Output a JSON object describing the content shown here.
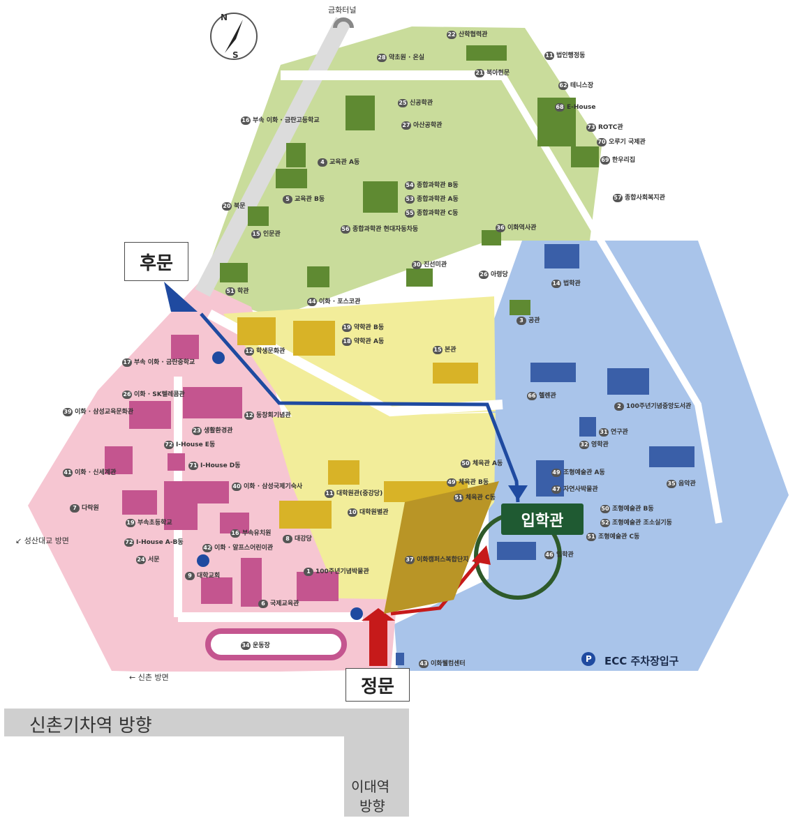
{
  "colors": {
    "green_zone": "#c9dc9b",
    "blue_zone": "#a9c4ea",
    "pink_zone": "#f6c6d2",
    "yellow_zone": "#f2ed9a",
    "road": "#ffffff",
    "route_blue": "#1f4aa0",
    "route_red": "#c61a1a",
    "circle_green": "#2e5a2a",
    "callout_green": "#1f5a32",
    "chevron": "#d9a500"
  },
  "compass": {
    "n": "N",
    "s": "S"
  },
  "top_tunnel": "금화터널",
  "callouts": {
    "back_gate": "후문",
    "admissions": "입학관",
    "main_gate": "정문"
  },
  "directions": {
    "sinchon_station": "신촌기차역 방향",
    "ewha_station_line1": "이대역",
    "ewha_station_line2": "방향",
    "sinchon_road": "← 신촌 방면",
    "seongsan_road": "↙ 성산대교 방면"
  },
  "parking": {
    "ecc": "ECC 주차장입구",
    "p": "P"
  },
  "labels": [
    {
      "id": "l1",
      "text": "산학협력관",
      "num": "22"
    },
    {
      "id": "l2",
      "text": "북아현문",
      "num": "21"
    },
    {
      "id": "l3",
      "text": "법인행정동",
      "num": "11"
    },
    {
      "id": "l4",
      "text": "테니스장",
      "num": "62"
    },
    {
      "id": "l5",
      "text": "E-House",
      "num": "68"
    },
    {
      "id": "l6",
      "text": "ROTC관",
      "num": "73"
    },
    {
      "id": "l7",
      "text": "오루기 국제관",
      "num": "70"
    },
    {
      "id": "l8",
      "text": "한우리집",
      "num": "69"
    },
    {
      "id": "l9",
      "text": "종합사회복지관",
      "num": "57"
    },
    {
      "id": "l10",
      "text": "약초원 · 온실",
      "num": "28"
    },
    {
      "id": "l11",
      "text": "신공학관",
      "num": "25"
    },
    {
      "id": "l12",
      "text": "아산공학관",
      "num": "27"
    },
    {
      "id": "l13",
      "text": "부속 이화 · 금란고등학교",
      "num": "16"
    },
    {
      "id": "l14",
      "text": "교육관 A동",
      "num": "4"
    },
    {
      "id": "l15",
      "text": "종합과학관 B동",
      "num": "54"
    },
    {
      "id": "l16",
      "text": "종합과학관 A동",
      "num": "53"
    },
    {
      "id": "l17",
      "text": "종합과학관 C동",
      "num": "55"
    },
    {
      "id": "l18",
      "text": "종합과학관 현대자동차동",
      "num": "56"
    },
    {
      "id": "l19",
      "text": "북문",
      "num": "20"
    },
    {
      "id": "l20",
      "text": "교육관 B동",
      "num": "5"
    },
    {
      "id": "l21",
      "text": "인문관",
      "num": "15"
    },
    {
      "id": "l22",
      "text": "이화역사관",
      "num": "36"
    },
    {
      "id": "l23",
      "text": "진선미관",
      "num": "30"
    },
    {
      "id": "l24",
      "text": "아령당",
      "num": "26"
    },
    {
      "id": "l25",
      "text": "법학관",
      "num": "14"
    },
    {
      "id": "l26",
      "text": "학관",
      "num": "51"
    },
    {
      "id": "l27",
      "text": "이화 · 포스코관",
      "num": "44"
    },
    {
      "id": "l28",
      "text": "공관",
      "num": "3"
    },
    {
      "id": "l29",
      "text": "약학관 B동",
      "num": "19"
    },
    {
      "id": "l30",
      "text": "약학관 A동",
      "num": "18"
    },
    {
      "id": "l31",
      "text": "학생문화관",
      "num": "12"
    },
    {
      "id": "l32",
      "text": "본관",
      "num": "15"
    },
    {
      "id": "l33",
      "text": "부속 이화 · 금란중학교",
      "num": "17"
    },
    {
      "id": "l34",
      "text": "헬렌관",
      "num": "66"
    },
    {
      "id": "l35",
      "text": "100주년기념중앙도서관",
      "num": "2"
    },
    {
      "id": "l36",
      "text": "이화 · SK텔레콤관",
      "num": "26"
    },
    {
      "id": "l37",
      "text": "동창회기념관",
      "num": "12"
    },
    {
      "id": "l38",
      "text": "이화 · 삼성교육문화관",
      "num": "39"
    },
    {
      "id": "l39",
      "text": "생활환경관",
      "num": "23"
    },
    {
      "id": "l40",
      "text": "I-House E동",
      "num": "72"
    },
    {
      "id": "l41",
      "text": "연구관",
      "num": "31"
    },
    {
      "id": "l42",
      "text": "영학관",
      "num": "32"
    },
    {
      "id": "l43",
      "text": "I-House D동",
      "num": "71"
    },
    {
      "id": "l44",
      "text": "이화 · 신세계관",
      "num": "41"
    },
    {
      "id": "l45",
      "text": "이화 · 삼성국제기숙사",
      "num": "40"
    },
    {
      "id": "l46",
      "text": "체육관 A동",
      "num": "50"
    },
    {
      "id": "l47",
      "text": "체육관 B동",
      "num": "49"
    },
    {
      "id": "l48",
      "text": "체육관 C동",
      "num": "51"
    },
    {
      "id": "l49",
      "text": "조형예술관 A동",
      "num": "49"
    },
    {
      "id": "l50",
      "text": "자연사박물관",
      "num": "47"
    },
    {
      "id": "l51",
      "text": "음악관",
      "num": "35"
    },
    {
      "id": "l52",
      "text": "대학원관(중강당)",
      "num": "11"
    },
    {
      "id": "l53",
      "text": "다락원",
      "num": "7"
    },
    {
      "id": "l54",
      "text": "부속초등학교",
      "num": "19"
    },
    {
      "id": "l55",
      "text": "부속유치원",
      "num": "16"
    },
    {
      "id": "l56",
      "text": "대학원별관",
      "num": "10"
    },
    {
      "id": "l57",
      "text": "조형예술관 B동",
      "num": "50"
    },
    {
      "id": "l58",
      "text": "조형예술관 조소실기동",
      "num": "52"
    },
    {
      "id": "l59",
      "text": "조형예술관 C동",
      "num": "51"
    },
    {
      "id": "l60",
      "text": "I-House A-B동",
      "num": "72"
    },
    {
      "id": "l61",
      "text": "대강당",
      "num": "8"
    },
    {
      "id": "l62",
      "text": "이화 · 알프스어린이관",
      "num": "42"
    },
    {
      "id": "l63",
      "text": "서문",
      "num": "24"
    },
    {
      "id": "l64",
      "text": "대학교회",
      "num": "9"
    },
    {
      "id": "l65",
      "text": "100주년기념박물관",
      "num": "1"
    },
    {
      "id": "l66",
      "text": "이화캠퍼스복합단지",
      "num": "37"
    },
    {
      "id": "l67",
      "text": "입학관",
      "num": "46"
    },
    {
      "id": "l68",
      "text": "국제교육관",
      "num": "6"
    },
    {
      "id": "l69",
      "text": "운동장",
      "num": "34"
    },
    {
      "id": "l70",
      "text": "이화웰컴센터",
      "num": "43"
    }
  ]
}
